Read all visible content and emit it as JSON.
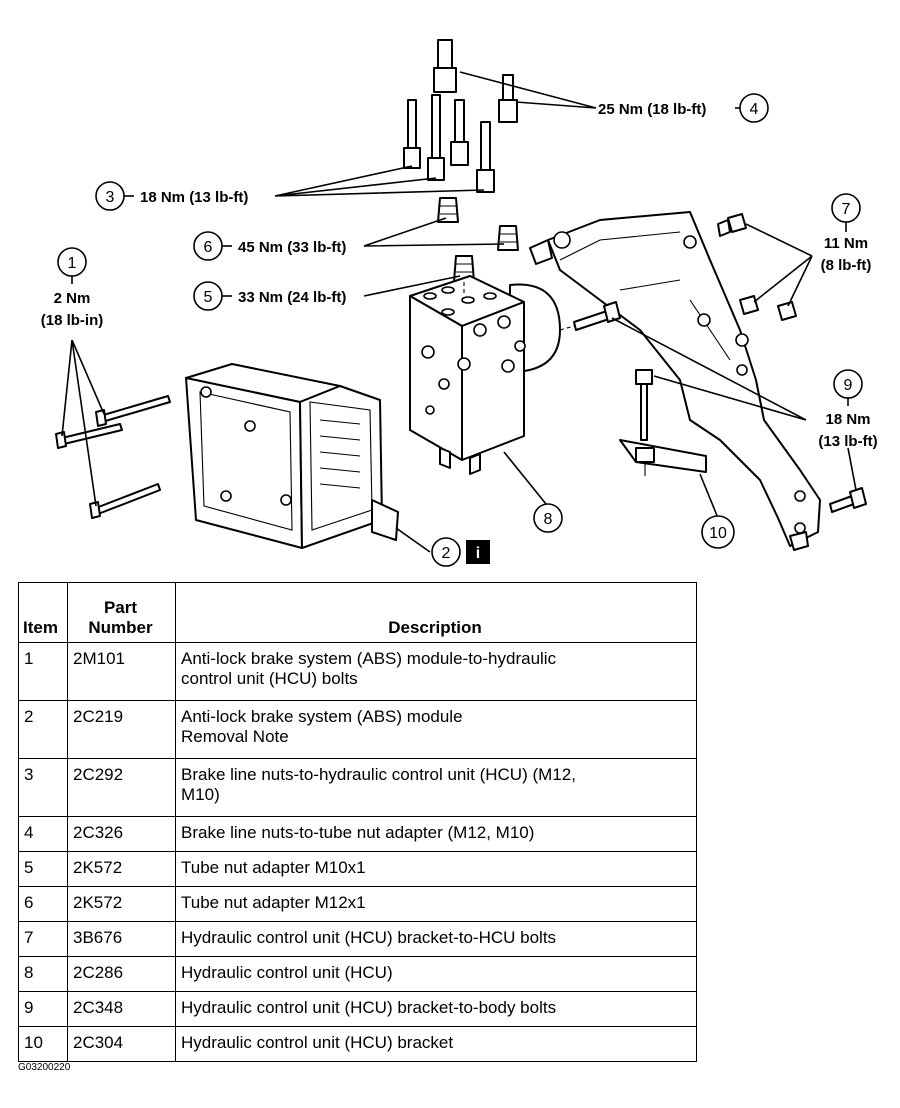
{
  "callouts": {
    "c1": {
      "num": "1",
      "torque_1": "2 Nm",
      "torque_2": "(18 lb-in)"
    },
    "c2": {
      "num": "2",
      "info_mark": "i"
    },
    "c3": {
      "num": "3",
      "torque": "18 Nm (13 lb-ft)"
    },
    "c4": {
      "num": "4",
      "torque": "25 Nm (18 lb-ft)"
    },
    "c5": {
      "num": "5",
      "torque": "33 Nm (24 lb-ft)"
    },
    "c6": {
      "num": "6",
      "torque": "45 Nm (33 lb-ft)"
    },
    "c7": {
      "num": "7",
      "torque_1": "11 Nm",
      "torque_2": "(8 lb-ft)"
    },
    "c8": {
      "num": "8"
    },
    "c9": {
      "num": "9",
      "torque_1": "18 Nm",
      "torque_2": "(13 lb-ft)"
    },
    "c10": {
      "num": "10"
    }
  },
  "table": {
    "headers": {
      "item": "Item",
      "part_1": "Part",
      "part_2": "Number",
      "description": "Description"
    },
    "rows": [
      {
        "item": "1",
        "part": "2M101",
        "desc_1": "Anti-lock brake system (ABS) module-to-hydraulic",
        "desc_2": "control unit (HCU) bolts"
      },
      {
        "item": "2",
        "part": "2C219",
        "desc_1": "Anti-lock brake system (ABS) module",
        "desc_2": "Removal Note"
      },
      {
        "item": "3",
        "part": "2C292",
        "desc_1": "Brake line nuts-to-hydraulic control unit (HCU) (M12,",
        "desc_2": "M10)"
      },
      {
        "item": "4",
        "part": "2C326",
        "desc_1": "Brake line nuts-to-tube nut adapter (M12, M10)"
      },
      {
        "item": "5",
        "part": "2K572",
        "desc_1": "Tube nut adapter M10x1"
      },
      {
        "item": "6",
        "part": "2K572",
        "desc_1": "Tube nut adapter M12x1"
      },
      {
        "item": "7",
        "part": "3B676",
        "desc_1": "Hydraulic control unit (HCU) bracket-to-HCU bolts"
      },
      {
        "item": "8",
        "part": "2C286",
        "desc_1": "Hydraulic control unit (HCU)"
      },
      {
        "item": "9",
        "part": "2C348",
        "desc_1": "Hydraulic control unit (HCU) bracket-to-body bolts"
      },
      {
        "item": "10",
        "part": "2C304",
        "desc_1": "Hydraulic control unit (HCU) bracket"
      }
    ]
  },
  "figure_code": "G03200220"
}
